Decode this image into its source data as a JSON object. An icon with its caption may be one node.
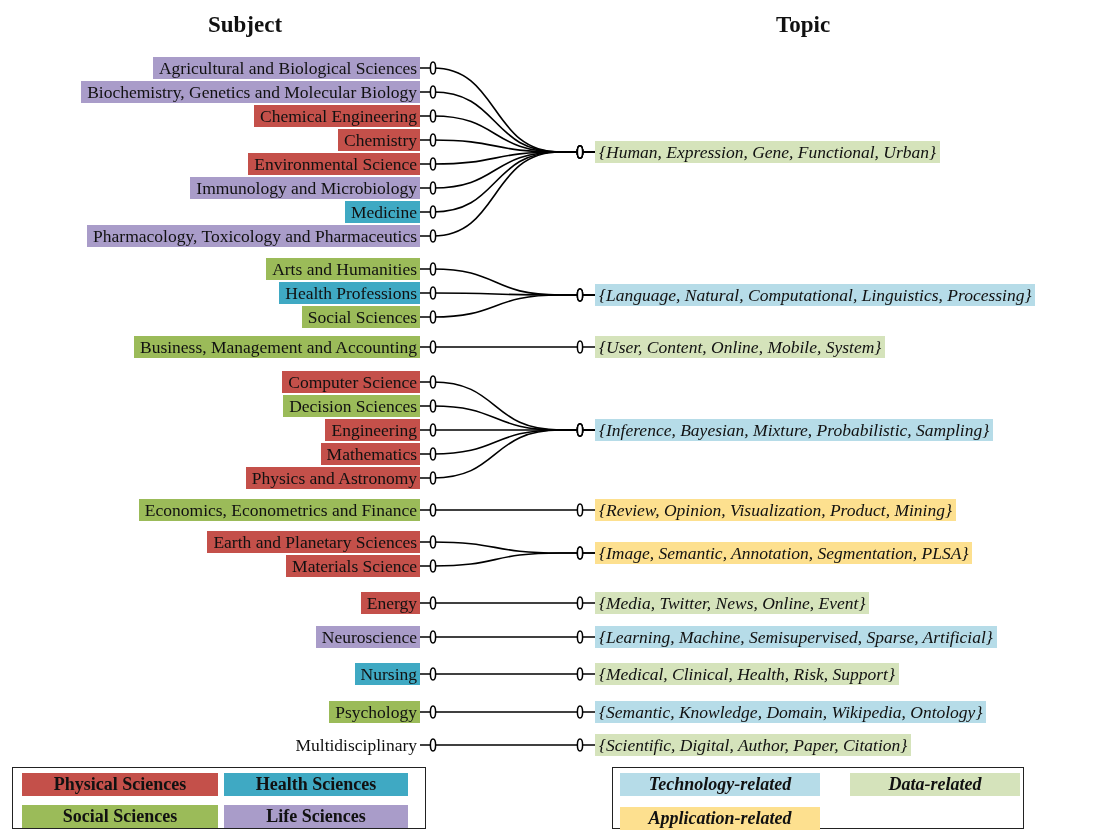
{
  "diagram": {
    "nodes": [
      {
        "text": [
          "Agricultural and Biological Sciences"
        ]
      },
      {
        "text": [
          "Biochemistry, Genetics and Molecular Biology"
        ]
      },
      {
        "text": [
          "Chemical Engineering"
        ]
      },
      {
        "text": [
          "Chemistry"
        ]
      },
      {
        "text": [
          "Environmental Science"
        ]
      },
      {
        "text": [
          "Immunology and Microbiology"
        ]
      },
      {
        "text": [
          "Medicine"
        ]
      },
      {
        "text": [
          "Pharmacology, Toxicology and Pharmaceutics"
        ]
      },
      {
        "text": [
          "{Human, Expression, Gene, Functional, Urban}"
        ]
      },
      {
        "text": [
          "Arts and Humanities"
        ]
      },
      {
        "text": [
          "Health Professions"
        ]
      },
      {
        "text": [
          "Social Sciences"
        ]
      },
      {
        "text": [
          "{Language, Natural, Computational, Linguistics, Processing}"
        ]
      },
      {
        "text": [
          "Business, Management and Accounting"
        ]
      },
      {
        "text": [
          "{User, Content, Online, Mobile, System}"
        ]
      },
      {
        "text": [
          "Computer Science"
        ]
      },
      {
        "text": [
          "Decision Sciences"
        ]
      },
      {
        "text": [
          "Engineering"
        ]
      },
      {
        "text": [
          "Mathematics"
        ]
      },
      {
        "text": [
          "Physics and Astronomy"
        ]
      },
      {
        "text": [
          "{Inference, Bayesian, Mixture, Probabilistic, Sampling}"
        ]
      },
      {
        "text": [
          "Economics, Econometrics and Finance"
        ]
      },
      {
        "text": [
          "{Review, Opinion, Visualization, Product, Mining}"
        ]
      },
      {
        "text": [
          "Earth and Planetary Sciences"
        ]
      },
      {
        "text": [
          "Materials Science"
        ]
      },
      {
        "text": [
          "{Image, Semantic, Annotation, Segmentation, PLSA}"
        ]
      },
      {
        "text": [
          "Energy"
        ]
      },
      {
        "text": [
          "{Media, Twitter, News, Online, Event}"
        ]
      },
      {
        "text": [
          "Neuroscience"
        ]
      },
      {
        "text": [
          "{Learning, Machine, Semisupervised, Sparse, Artificial}"
        ]
      },
      {
        "text": [
          "Nursing"
        ]
      },
      {
        "text": [
          "{Medical, Clinical, Health, Risk, Support}"
        ]
      },
      {
        "text": [
          "Psychology"
        ]
      },
      {
        "text": [
          "{Semantic, Knowledge, Domain, Wikipedia, Ontology}"
        ]
      },
      {
        "text": [
          "Multidisciplinary"
        ]
      },
      {
        "text": [
          "{Scientific, Digital, Author, Paper, Citation}"
        ]
      }
    ],
    "edges": [
      {
        "from": 0,
        "to": 8,
        "arrow": "other"
      },
      {
        "from": 1,
        "to": 8,
        "arrow": "other"
      },
      {
        "from": 2,
        "to": 8,
        "arrow": "other"
      },
      {
        "from": 3,
        "to": 8,
        "arrow": "other"
      },
      {
        "from": 4,
        "to": 8,
        "arrow": "other"
      },
      {
        "from": 5,
        "to": 8,
        "arrow": "other"
      },
      {
        "from": 6,
        "to": 8,
        "arrow": "other"
      },
      {
        "from": 7,
        "to": 8,
        "arrow": "other"
      },
      {
        "from": 9,
        "to": 12,
        "arrow": "other"
      },
      {
        "from": 10,
        "to": 12,
        "arrow": "other"
      },
      {
        "from": 11,
        "to": 12,
        "arrow": "other"
      },
      {
        "from": 13,
        "to": 14,
        "arrow": "other"
      },
      {
        "from": 15,
        "to": 20,
        "arrow": "other"
      },
      {
        "from": 16,
        "to": 20,
        "arrow": "other"
      },
      {
        "from": 17,
        "to": 20,
        "arrow": "other"
      },
      {
        "from": 18,
        "to": 20,
        "arrow": "other"
      },
      {
        "from": 19,
        "to": 20,
        "arrow": "other"
      },
      {
        "from": 21,
        "to": 22,
        "arrow": "other"
      },
      {
        "from": 23,
        "to": 25,
        "arrow": "other"
      },
      {
        "from": 24,
        "to": 25,
        "arrow": "other"
      },
      {
        "from": 26,
        "to": 27,
        "arrow": "other"
      },
      {
        "from": 28,
        "to": 29,
        "arrow": "other"
      },
      {
        "from": 30,
        "to": 31,
        "arrow": "other"
      },
      {
        "from": 32,
        "to": 33,
        "arrow": "other"
      },
      {
        "from": 34,
        "to": 35,
        "arrow": "other"
      }
    ],
    "labels": [
      "Subject",
      "Topic"
    ],
    "legend": [
      {
        "text": "Physical Sciences",
        "color": "#c4504a"
      },
      {
        "text": "Health Sciences",
        "color": "#3fa9c3"
      },
      {
        "text": "Social Sciences",
        "color": "#9bbb59"
      },
      {
        "text": "Life Sciences",
        "color": "#a99cc9"
      },
      {
        "text": "Technology-related",
        "color": "#b6dce8"
      },
      {
        "text": "Data-related",
        "color": "#d5e3bb"
      },
      {
        "text": "Application-related",
        "color": "#fde08f"
      }
    ]
  }
}
